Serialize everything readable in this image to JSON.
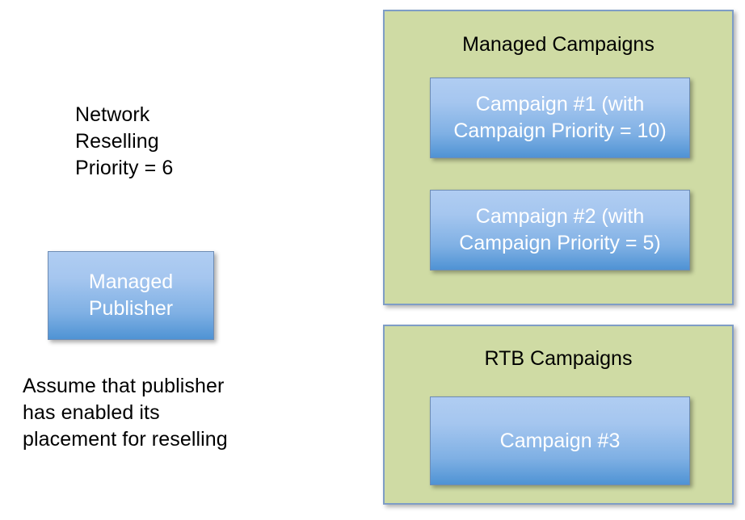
{
  "diagram": {
    "notes": [
      {
        "id": "network-reselling-priority",
        "text": "Network\nReselling\nPriority = 6"
      },
      {
        "id": "reselling-assumption",
        "text": "Assume that publisher\nhas enabled its\nplacement for reselling"
      }
    ],
    "publisher_box": {
      "label": "Managed\nPublisher"
    },
    "groups": [
      {
        "id": "managed-campaigns",
        "title": "Managed Campaigns",
        "items": [
          {
            "label": "Campaign #1 (with\nCampaign Priority = 10)"
          },
          {
            "label": "Campaign #2 (with\nCampaign Priority = 5)"
          }
        ]
      },
      {
        "id": "rtb-campaigns",
        "title": "RTB Campaigns",
        "items": [
          {
            "label": "Campaign #3"
          }
        ]
      }
    ],
    "colors": {
      "group_fill": "#cfdba4",
      "group_border": "#7e9dc6",
      "box_gradient_top": "#b0cdf2",
      "box_gradient_bottom": "#4f93d4",
      "box_border": "#6e8cb4",
      "box_text": "#ffffff",
      "note_text": "#000000",
      "canvas_background": "#ffffff"
    }
  }
}
